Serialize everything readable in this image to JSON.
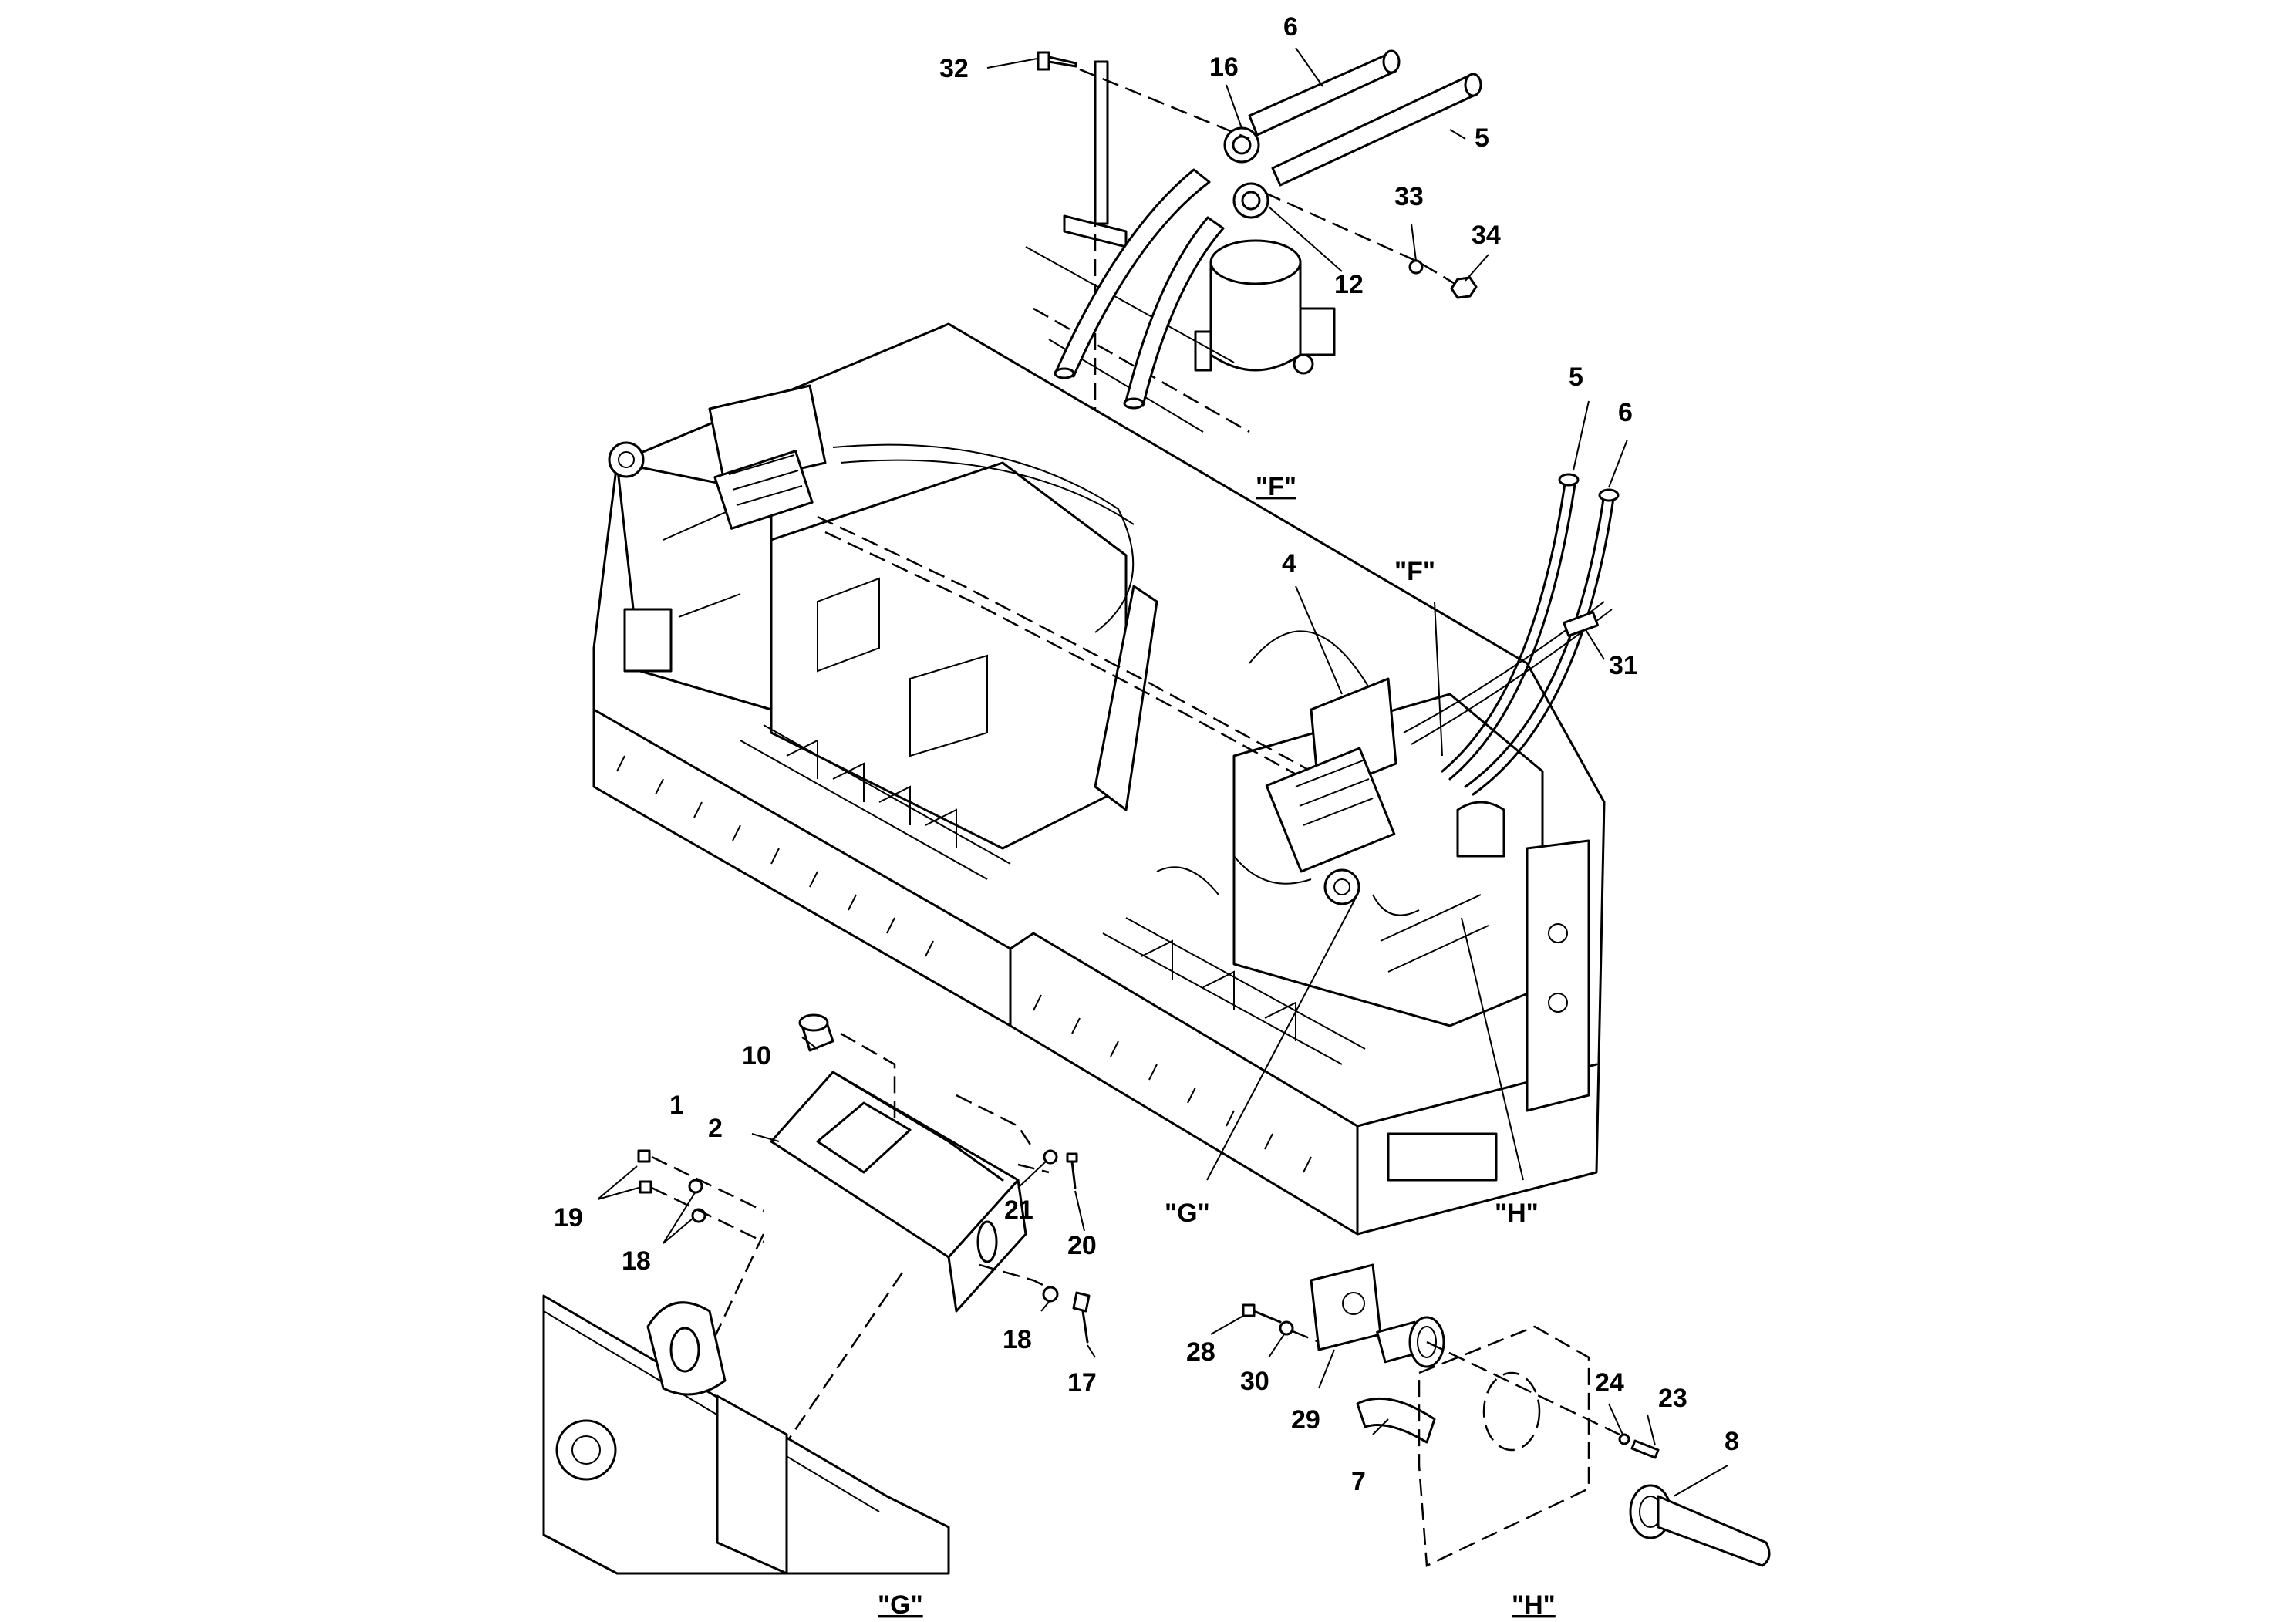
{
  "callouts": {
    "c1": "1",
    "c2": "2",
    "c4": "4",
    "c5_top": "5",
    "c5_right": "5",
    "c6_top": "6",
    "c6_right": "6",
    "c7": "7",
    "c8": "8",
    "c10": "10",
    "c12": "12",
    "c16": "16",
    "c17": "17",
    "c18_left": "18",
    "c18_right": "18",
    "c19": "19",
    "c20": "20",
    "c21": "21",
    "c23": "23",
    "c24": "24",
    "c28": "28",
    "c29": "29",
    "c30": "30",
    "c31": "31",
    "c32": "32",
    "c33": "33",
    "c34": "34"
  },
  "view_refs": {
    "f_main": "\"F\"",
    "g_main": "\"G\"",
    "h_main": "\"H\""
  },
  "detail_titles": {
    "f": "\"F\"",
    "g": "\"G\"",
    "h": "\"H\""
  }
}
